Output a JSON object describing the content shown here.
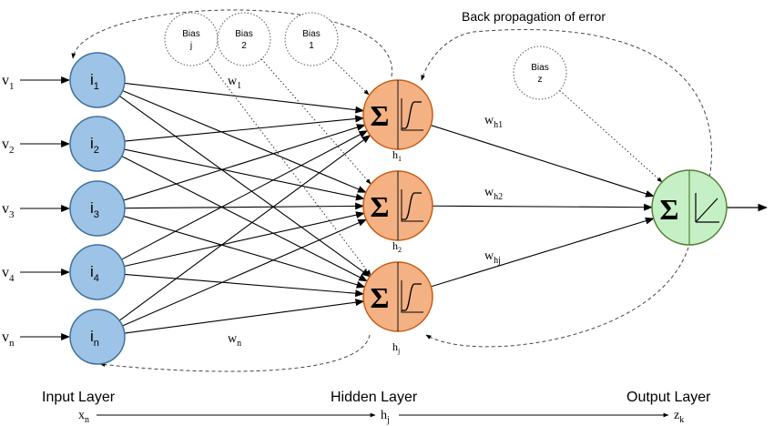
{
  "inputs": [
    {
      "var": "v",
      "sub": "1",
      "node": "i",
      "node_sub": "1"
    },
    {
      "var": "v",
      "sub": "2",
      "node": "i",
      "node_sub": "2"
    },
    {
      "var": "v",
      "sub": "3",
      "node": "i",
      "node_sub": "3"
    },
    {
      "var": "v",
      "sub": "4",
      "node": "i",
      "node_sub": "4"
    },
    {
      "var": "v",
      "sub": "n",
      "node": "i",
      "node_sub": "n"
    }
  ],
  "hidden": [
    {
      "symbol": "Σ",
      "label": "h",
      "sub": "1"
    },
    {
      "symbol": "Σ",
      "label": "h",
      "sub": "2"
    },
    {
      "symbol": "Σ",
      "label": "h",
      "sub": "j"
    }
  ],
  "output": {
    "symbol": "Σ"
  },
  "biases": [
    {
      "word": "Bias",
      "sub": "j"
    },
    {
      "word": "Bias",
      "sub": "2"
    },
    {
      "word": "Bias",
      "sub": "1"
    },
    {
      "word": "Bias",
      "sub": "z"
    }
  ],
  "weights": {
    "w1": {
      "base": "w",
      "sub": "1"
    },
    "wn": {
      "base": "w",
      "sub": "n"
    },
    "wh1": {
      "base": "w",
      "sub": "h1"
    },
    "wh2": {
      "base": "w",
      "sub": "h2"
    },
    "whj": {
      "base": "w",
      "sub": "hj"
    }
  },
  "backprop_label": "Back propagation of error",
  "layers": {
    "input": "Input Layer",
    "hidden": "Hidden Layer",
    "output": "Output Layer"
  },
  "flow": {
    "x": {
      "base": "x",
      "sub": "n"
    },
    "h": {
      "base": "h",
      "sub": "j"
    },
    "z": {
      "base": "z",
      "sub": "k"
    }
  },
  "colors": {
    "input_fill": "#9DC3E6",
    "input_stroke": "#41719C",
    "hidden_fill": "#F4B183",
    "hidden_stroke": "#C55A11",
    "output_fill": "#C5F0C5",
    "output_stroke": "#548235"
  }
}
